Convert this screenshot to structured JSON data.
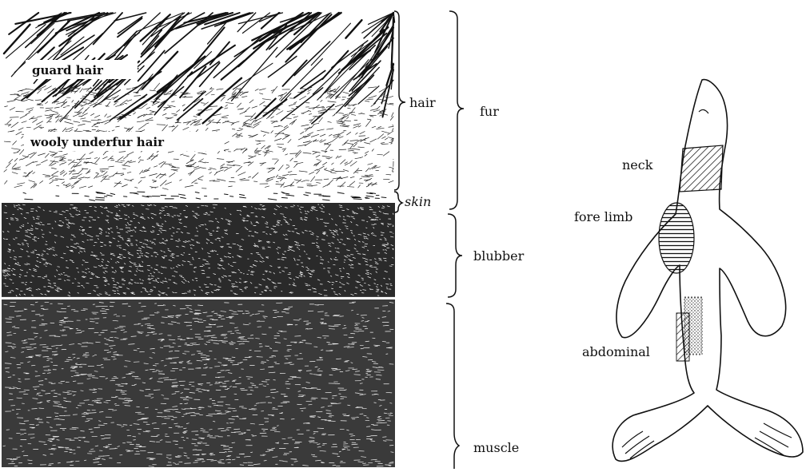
{
  "cross_section": {
    "layers": [
      {
        "name": "hair",
        "label": "hair"
      },
      {
        "name": "skin",
        "label": "skin"
      },
      {
        "name": "blubber",
        "label": "blubber"
      },
      {
        "name": "muscle",
        "label": "muscle"
      }
    ],
    "inset_labels": {
      "guard_hair": "guard hair",
      "underfur": "wooly underfur hair"
    },
    "group_label": "fur"
  },
  "body_diagram": {
    "regions": {
      "neck": "neck",
      "fore_limb": "fore limb",
      "abdominal": "abdominal"
    }
  },
  "colors": {
    "ink": "#111111",
    "paper": "#ffffff"
  }
}
